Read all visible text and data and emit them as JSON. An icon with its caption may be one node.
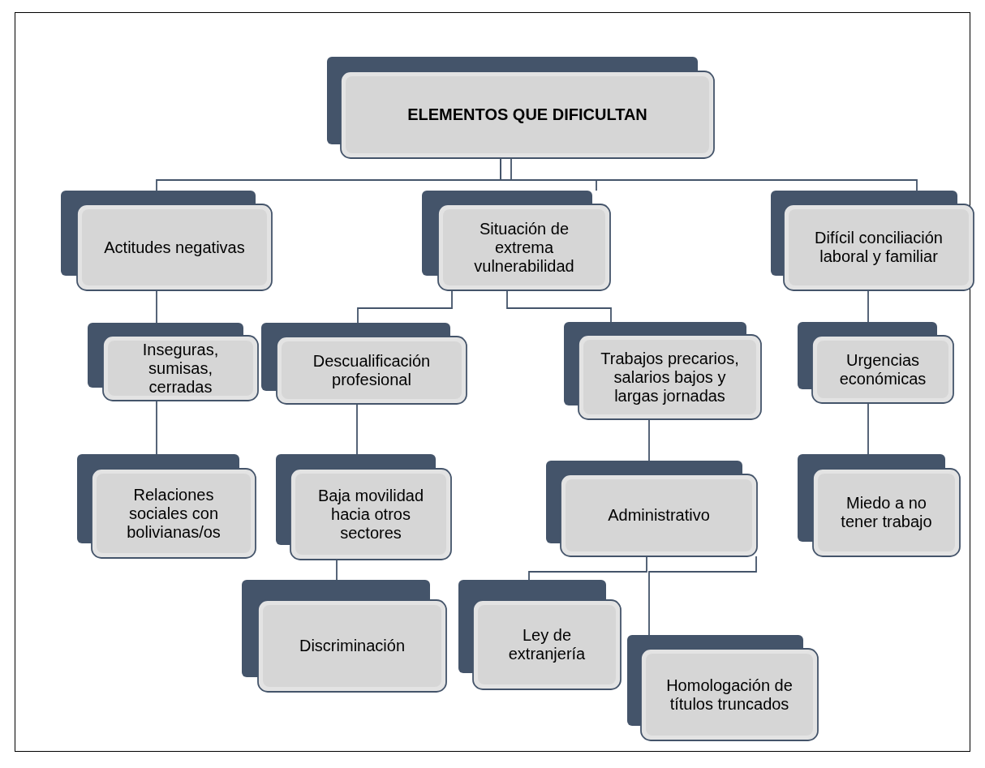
{
  "diagram": {
    "nodes": [
      {
        "text": [
          "ELEMENTOS QUE DIFICULTAN"
        ]
      },
      {
        "text": [
          "Actitudes negativas"
        ]
      },
      {
        "text": [
          "Situación de extrema vulnerabilidad"
        ]
      },
      {
        "text": [
          "Difícil conciliación laboral y familiar"
        ]
      },
      {
        "text": [
          "Inseguras, sumisas, cerradas"
        ]
      },
      {
        "text": [
          "Relaciones sociales con bolivianas/os"
        ]
      },
      {
        "text": [
          "Descualificación profesional"
        ]
      },
      {
        "text": [
          "Baja movilidad hacia otros sectores"
        ]
      },
      {
        "text": [
          "Discriminación"
        ]
      },
      {
        "text": [
          "Trabajos precarios, salarios bajos y largas jornadas"
        ]
      },
      {
        "text": [
          "Administrativo"
        ]
      },
      {
        "text": [
          "Urgencias económicas"
        ]
      },
      {
        "text": [
          "Miedo a no tener trabajo"
        ]
      },
      {
        "text": [
          "Ley de extranjería"
        ]
      },
      {
        "text": [
          "Homologación de títulos truncados"
        ]
      }
    ],
    "edges": [
      {
        "from": 0,
        "to": 1,
        "arrow": "none"
      },
      {
        "from": 0,
        "to": 2,
        "arrow": "none"
      },
      {
        "from": 0,
        "to": 3,
        "arrow": "none"
      },
      {
        "from": 1,
        "to": 4,
        "arrow": "none"
      },
      {
        "from": 4,
        "to": 5,
        "arrow": "none"
      },
      {
        "from": 2,
        "to": 6,
        "arrow": "none"
      },
      {
        "from": 2,
        "to": 9,
        "arrow": "none"
      },
      {
        "from": 6,
        "to": 7,
        "arrow": "none"
      },
      {
        "from": 7,
        "to": 8,
        "arrow": "none"
      },
      {
        "from": 9,
        "to": 10,
        "arrow": "none"
      },
      {
        "from": 10,
        "to": 13,
        "arrow": "none"
      },
      {
        "from": 10,
        "to": 14,
        "arrow": "none"
      },
      {
        "from": 3,
        "to": 11,
        "arrow": "none"
      },
      {
        "from": 11,
        "to": 12,
        "arrow": "none"
      }
    ]
  }
}
